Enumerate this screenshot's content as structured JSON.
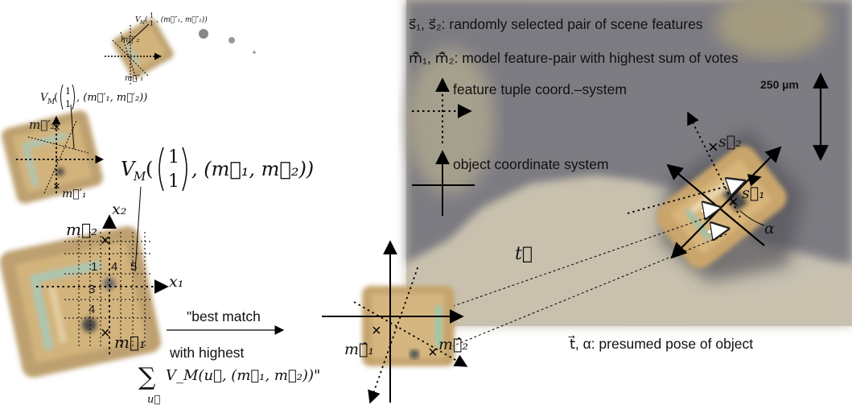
{
  "legend": {
    "s_pair": "s⃗₁, s⃗₂: randomly selected pair of scene features",
    "m_pair": "m⃗̂₁, m⃗̂₂: model feature-pair with highest sum of votes",
    "pose": "t⃗, α: presumed pose of object"
  },
  "scale": {
    "label": "250 µm"
  },
  "coord_systems": {
    "feature_tuple": "feature tuple coord.–system",
    "object": "object coordinate system"
  },
  "best_match": {
    "line1": "\"best match",
    "line2": "with highest",
    "sum_symbol": "∑",
    "sum_sub": "u⃗",
    "sum_expr": "V_M(u⃗, (m⃗₁, m⃗₂))\""
  },
  "votes": {
    "main": "V_M( (1 1), (m⃗₁, m⃗₂))",
    "mid": "V_M( (1 1), (m⃗′₁, m⃗′₂))",
    "top": "V_M( (1 1), (m⃗″₁, m⃗″₂))"
  },
  "labels": {
    "m1": "m⃗₁",
    "m2": "m⃗₂",
    "m1p": "m⃗′₁",
    "m2p": "m⃗′₂",
    "m1pp": "m⃗″₁",
    "m2pp": "m⃗″₂",
    "x1": "x₁",
    "x2": "x₂",
    "t": "t⃗",
    "alpha": "α",
    "s1": "s⃗₁",
    "s2": "s⃗₂",
    "m1hat": "m⃗̂₁",
    "m2hat": "m⃗̂₂",
    "n1": "1",
    "n3": "3",
    "n4a": "4",
    "n4b": "4",
    "n5": "5",
    "one": "1"
  }
}
